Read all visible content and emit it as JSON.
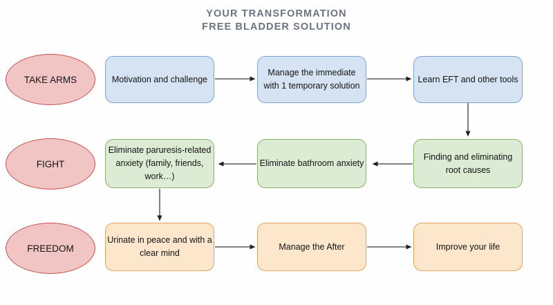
{
  "title": {
    "line1": "YOUR TRANSFORMATION",
    "line2": "FREE BLADDER SOLUTION"
  },
  "rows": [
    {
      "stage": "TAKE ARMS",
      "flow": "left-to-right",
      "steps": [
        "Motivation and challenge",
        "Manage the immediate with 1 temporary solution",
        "Learn EFT and other tools"
      ]
    },
    {
      "stage": "FIGHT",
      "flow": "right-to-left",
      "steps": [
        "Eliminate paruresis-related anxiety (family, friends, work…)",
        "Eliminate bathroom anxiety",
        "Finding and eliminating root causes"
      ]
    },
    {
      "stage": "FREEDOM",
      "flow": "left-to-right",
      "steps": [
        "Urinate in peace and with a clear mind",
        "Manage the After",
        "Improve your life"
      ]
    }
  ],
  "colors": {
    "title_text": "#6a7480",
    "stage_fill": "#f2c5c5",
    "stage_border": "#c4504e",
    "row1_fill": "#d5e3f3",
    "row1_border": "#7ba2cf",
    "row2_fill": "#dcebd4",
    "row2_border": "#87b163",
    "row3_fill": "#fce6cc",
    "row3_border": "#e5a45c",
    "arrow": "#222222"
  }
}
